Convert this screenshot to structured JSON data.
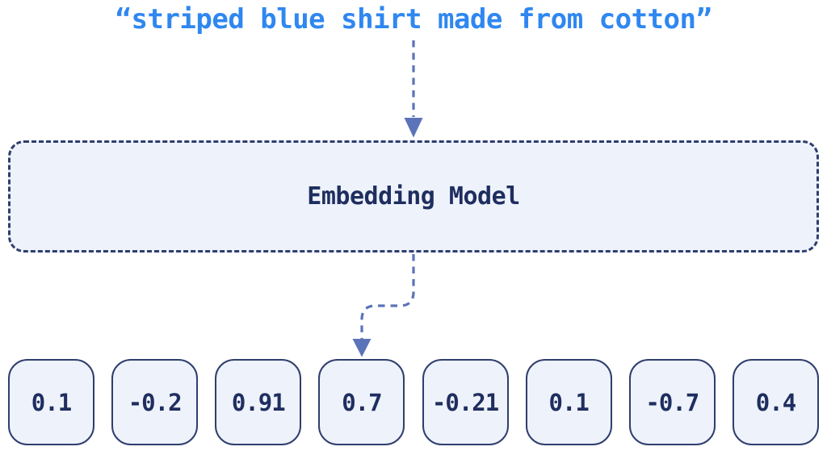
{
  "diagram": {
    "query": "“striped blue shirt made from cotton”",
    "model_label": "Embedding Model",
    "vector": [
      "0.1",
      "-0.2",
      "0.91",
      "0.7",
      "-0.21",
      "0.1",
      "-0.7",
      "0.4"
    ]
  },
  "colors": {
    "query_text": "#2F87F0",
    "arrow": "#5B73B9",
    "box_border": "#2F3E6E",
    "box_fill": "#EEF2FB",
    "dark_text": "#1F2E5F",
    "canvas_bg": "#FFFFFF"
  }
}
